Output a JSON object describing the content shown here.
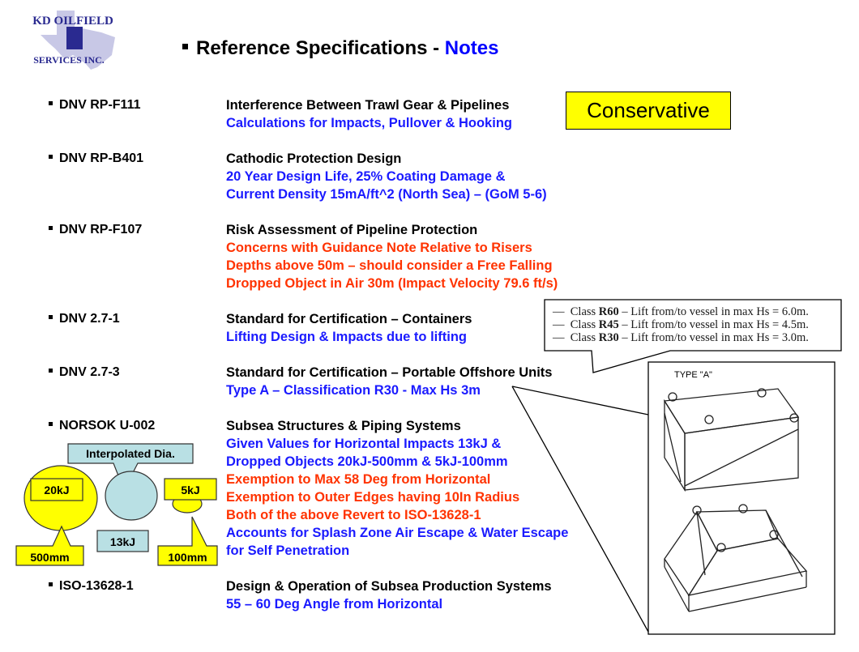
{
  "logo": {
    "line1": "KD OILFIELD",
    "line2": "SERVICES  INC."
  },
  "header": {
    "title": "Reference Specifications - ",
    "title_accent": "Notes"
  },
  "badge": "Conservative",
  "colors": {
    "blue": "#1a1aff",
    "red": "#ff3300",
    "black": "#000000",
    "yellow": "#ffff00",
    "teal": "#b9e0e4"
  },
  "specs": [
    {
      "label": "DNV RP-F111",
      "lines": [
        {
          "text": "Interference Between Trawl Gear & Pipelines",
          "color": "#000000"
        },
        {
          "text": "Calculations for Impacts, Pullover & Hooking",
          "color": "#1a1aff"
        }
      ]
    },
    {
      "label": "DNV RP-B401",
      "lines": [
        {
          "text": "Cathodic Protection Design",
          "color": "#000000"
        },
        {
          "text": "20 Year Design Life, 25% Coating Damage &",
          "color": "#1a1aff"
        },
        {
          "text": "Current Density 15mA/ft^2 (North Sea) – (GoM 5-6)",
          "color": "#1a1aff"
        }
      ]
    },
    {
      "label": "DNV RP-F107",
      "lines": [
        {
          "text": "Risk Assessment of Pipeline Protection",
          "color": "#000000"
        },
        {
          "text": "Concerns with Guidance Note Relative to Risers",
          "color": "#ff3300"
        },
        {
          "text": "Depths above 50m – should consider a Free Falling",
          "color": "#ff3300"
        },
        {
          "text": "Dropped Object in Air 30m (Impact Velocity 79.6 ft/s)",
          "color": "#ff3300"
        }
      ]
    },
    {
      "label": "DNV 2.7-1",
      "lines": [
        {
          "text": "Standard for Certification – Containers",
          "color": "#000000"
        },
        {
          "text": "Lifting Design & Impacts due to lifting",
          "color": "#1a1aff"
        }
      ]
    },
    {
      "label": "DNV 2.7-3",
      "lines": [
        {
          "text": "Standard for Certification – Portable Offshore Units",
          "color": "#000000"
        },
        {
          "text": "Type A – Classification R30 -  Max Hs 3m",
          "color": "#1a1aff"
        }
      ]
    },
    {
      "label": "NORSOK U-002",
      "lines": [
        {
          "text": "Subsea Structures & Piping Systems",
          "color": "#000000"
        },
        {
          "text": "Given Values for Horizontal Impacts 13kJ &",
          "color": "#1a1aff"
        },
        {
          "text": "Dropped Objects 20kJ-500mm & 5kJ-100mm",
          "color": "#1a1aff"
        },
        {
          "text": "Exemption to Max 58 Deg from Horizontal",
          "color": "#ff3300"
        },
        {
          "text": "Exemption to Outer Edges having 10In Radius",
          "color": "#ff3300"
        },
        {
          "text": "Both of the above Revert to ISO-13628-1",
          "color": "#ff3300"
        },
        {
          "text": "Accounts for Splash Zone Air Escape & Water Escape",
          "color": "#1a1aff"
        },
        {
          "text": "for Self Penetration",
          "color": "#1a1aff"
        }
      ]
    },
    {
      "label": "ISO-13628-1",
      "lines": [
        {
          "text": "Design & Operation of Subsea Production Systems",
          "color": "#000000"
        },
        {
          "text": "55 – 60 Deg Angle from Horizontal",
          "color": "#1a1aff"
        }
      ]
    }
  ],
  "class_callout": [
    {
      "dash": "—",
      "pre": "Class ",
      "cls": "R60",
      "post": " – Lift from/to vessel in max Hs = 6.0m."
    },
    {
      "dash": "—",
      "pre": "Class ",
      "cls": "R45",
      "post": " – Lift from/to vessel in max Hs = 4.5m."
    },
    {
      "dash": "—",
      "pre": "Class ",
      "cls": "R30",
      "post": " – Lift from/to vessel in max Hs = 3.0m."
    }
  ],
  "figure": {
    "type_label": "TYPE \"A\""
  },
  "diagram": {
    "interp": "Interpolated Dia.",
    "e20": "20kJ",
    "e5": "5kJ",
    "e13": "13kJ",
    "d500": "500mm",
    "d100": "100mm"
  }
}
